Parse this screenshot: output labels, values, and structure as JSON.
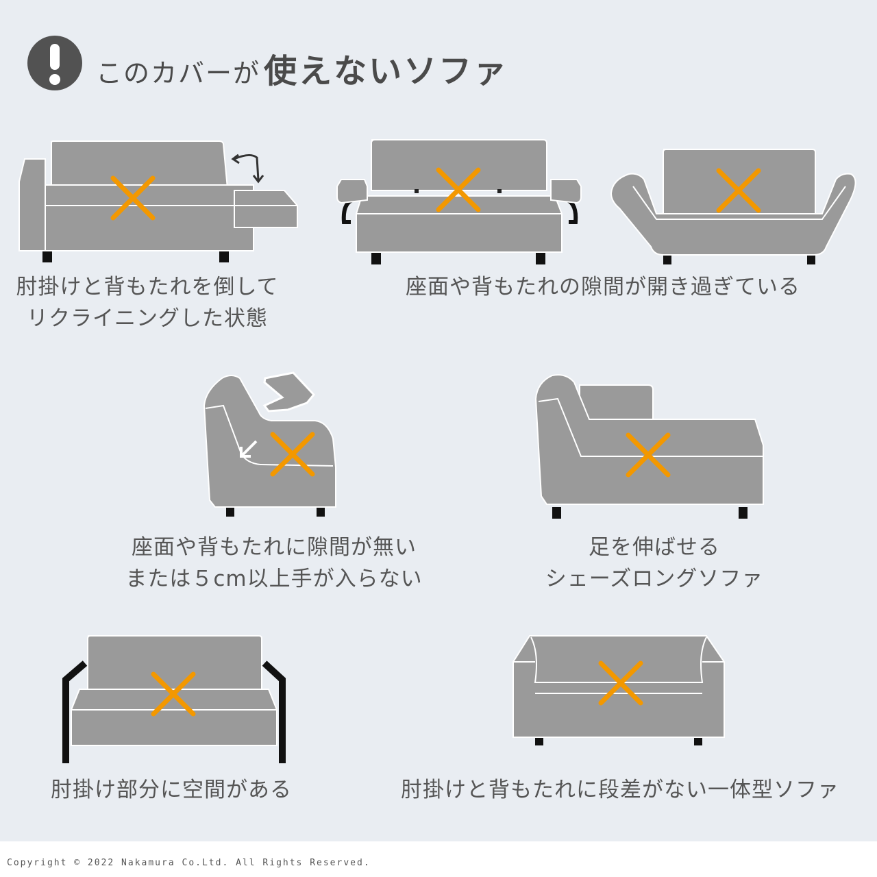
{
  "header": {
    "title_prefix": "このカバーが",
    "title_main": "使えないソファ",
    "icon": "exclamation-circle-icon"
  },
  "colors": {
    "background": "#e9edf2",
    "sofa": "#9a9a9a",
    "sofa_outline": "#ffffff",
    "cross": "#f39800",
    "legs": "#111111",
    "text": "#555555"
  },
  "items": [
    {
      "caption_lines": [
        "肘掛けと背もたれを倒して",
        "リクライニングした状態"
      ]
    },
    {
      "caption_lines": [
        "座面や背もたれの隙間が開き過ぎている"
      ]
    },
    {
      "caption_lines": [
        "座面や背もたれに隙間が無い",
        "または５cm以上手が入らない"
      ]
    },
    {
      "caption_lines": [
        "足を伸ばせる",
        "シェーズロングソファ"
      ]
    },
    {
      "caption_lines": [
        "肘掛け部分に空間がある"
      ]
    },
    {
      "caption_lines": [
        "肘掛けと背もたれに段差がない一体型ソファ"
      ]
    }
  ],
  "footer": {
    "copyright": "Copyright © 2022 Nakamura Co.Ltd. All Rights Reserved."
  }
}
